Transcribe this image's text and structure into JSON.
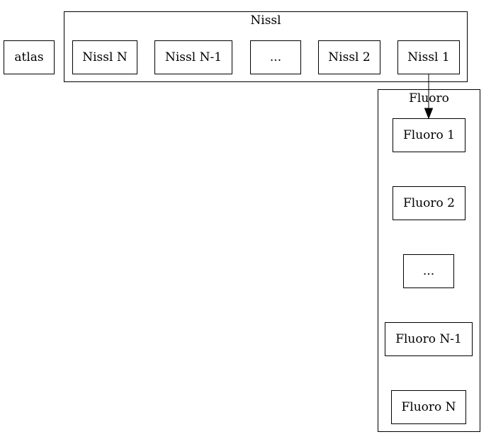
{
  "nodes": {
    "atlas": "atlas",
    "nissl_cluster_label": "Nissl",
    "nissl_n": "Nissl N",
    "nissl_n_minus_1": "Nissl N-1",
    "nissl_ellipsis": "...",
    "nissl_2": "Nissl 2",
    "nissl_1": "Nissl 1",
    "fluoro_cluster_label": "Fluoro",
    "fluoro_1": "Fluoro 1",
    "fluoro_2": "Fluoro 2",
    "fluoro_ellipsis": "...",
    "fluoro_n_minus_1": "Fluoro N-1",
    "fluoro_n": "Fluoro N"
  },
  "edges": [
    {
      "from": "Nissl 1",
      "to": "Fluoro 1"
    }
  ]
}
